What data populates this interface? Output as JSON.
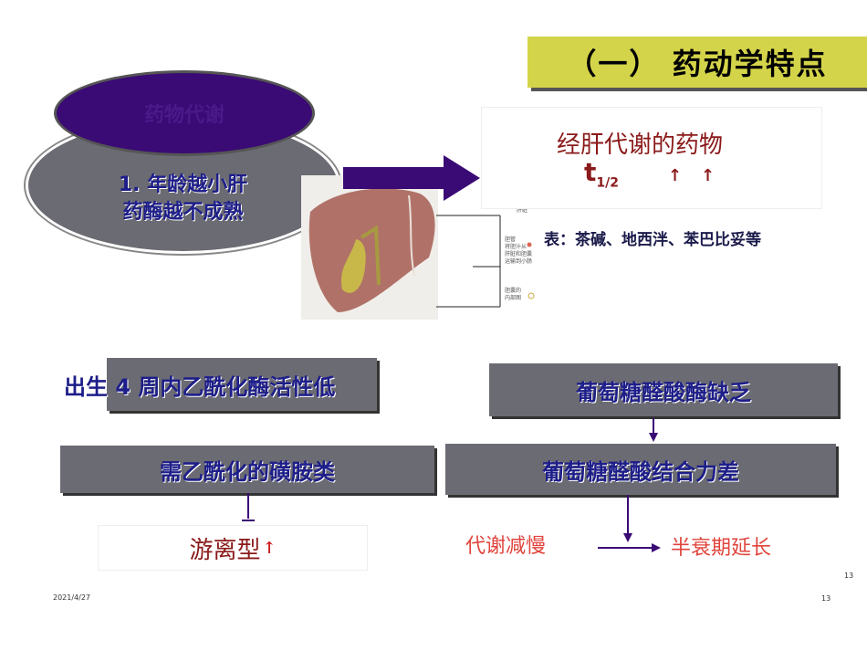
{
  "title": "（一）  药动学特点",
  "left_callout": {
    "header": "药物代谢",
    "line1": "1. 年龄越小肝",
    "line2": "药酶越不成熟"
  },
  "liver_image": {
    "labels": [
      "肝脏",
      "胆管",
      "将胆汁从",
      "肝脏和胆囊",
      "运输到小肠",
      "胆囊的",
      "内部图"
    ]
  },
  "right_box": {
    "title": "经肝代谢的药物",
    "t_main": "t",
    "t_sub": "1/2",
    "arrow1": "↑",
    "arrow2": "↑"
  },
  "examples": "表：茶碱、地西泮、苯巴比妥等",
  "left_flow": {
    "box1": "出生 4 周内乙酰化酶活性低",
    "box2": "需乙酰化的磺胺类",
    "result": "游离型",
    "result_arrow": "↑"
  },
  "right_flow": {
    "box1": "葡萄糖醛酸酶缺乏",
    "box2": "葡萄糖醛酸结合力差",
    "slow": "代谢减慢",
    "extend": "半衰期延长"
  },
  "footer": {
    "date": "2021/4/27",
    "page_top": "13",
    "page_bottom": "13"
  },
  "colors": {
    "title_bg": "#d4d44a",
    "purple": "#3a0a75",
    "grey": "#6b6b73",
    "navy_text": "#1e1e8a",
    "dark_red": "#8b1a1a",
    "red": "#e0443c"
  }
}
